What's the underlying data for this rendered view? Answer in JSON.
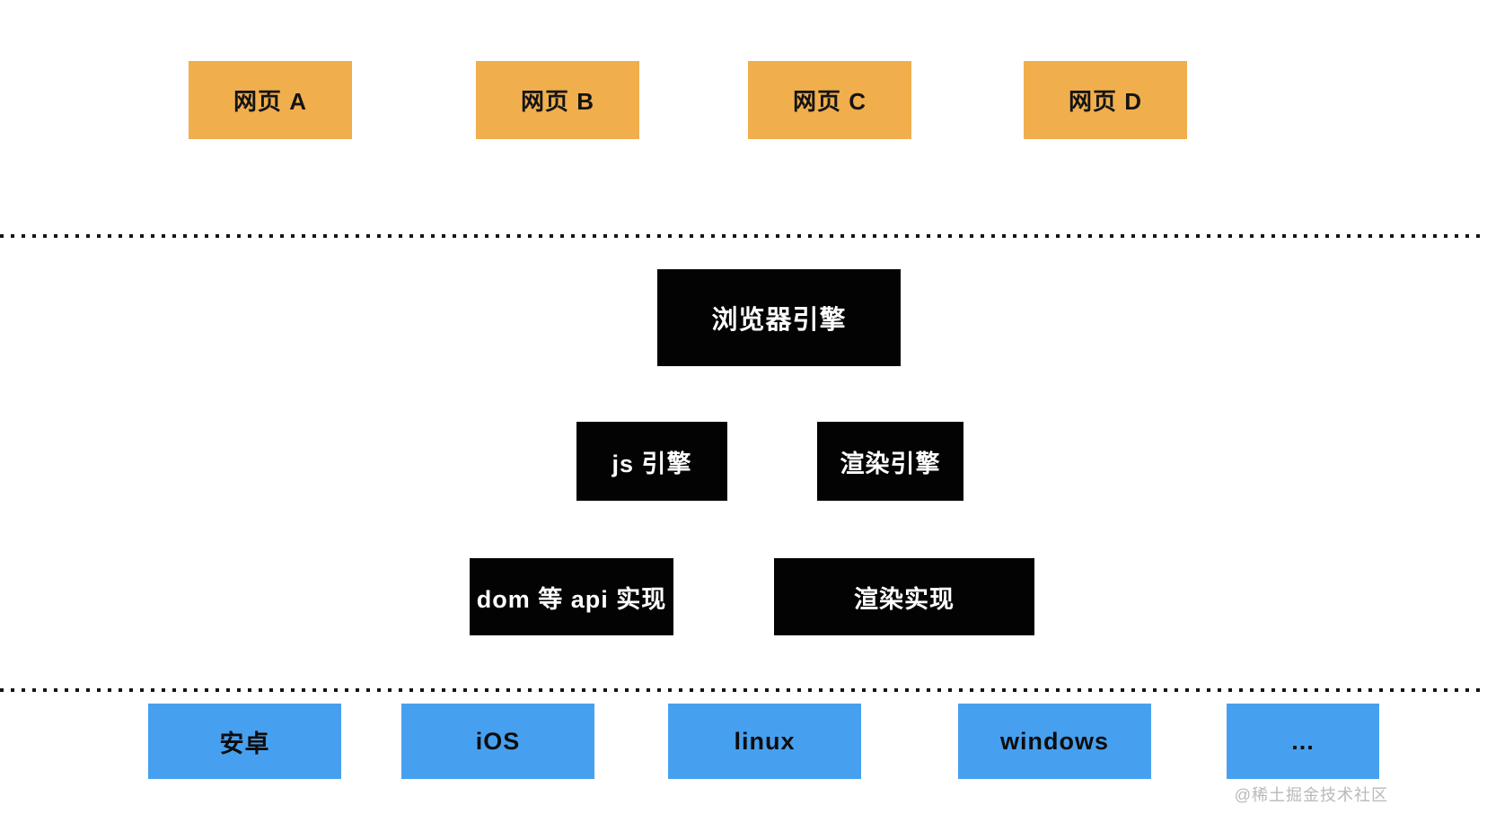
{
  "diagram": {
    "webpages": {
      "items": [
        {
          "label": "网页 A"
        },
        {
          "label": "网页 B"
        },
        {
          "label": "网页 C"
        },
        {
          "label": "网页 D"
        }
      ]
    },
    "browser_engine": {
      "label": "浏览器引擎"
    },
    "engines": {
      "items": [
        {
          "label": "js 引擎"
        },
        {
          "label": "渲染引擎"
        }
      ]
    },
    "implementations": {
      "items": [
        {
          "label": "dom 等 api 实现"
        },
        {
          "label": "渲染实现"
        }
      ]
    },
    "platforms": {
      "items": [
        {
          "label": "安卓"
        },
        {
          "label": "iOS"
        },
        {
          "label": "linux"
        },
        {
          "label": "windows"
        },
        {
          "label": "..."
        }
      ]
    },
    "watermark": "@稀土掘金技术社区",
    "colors": {
      "webpage_box": "#F0AE4D",
      "engine_box": "#030303",
      "platform_box": "#47A0EF",
      "separator_dot": "#161616",
      "watermark_text": "#B9B9B9"
    }
  }
}
